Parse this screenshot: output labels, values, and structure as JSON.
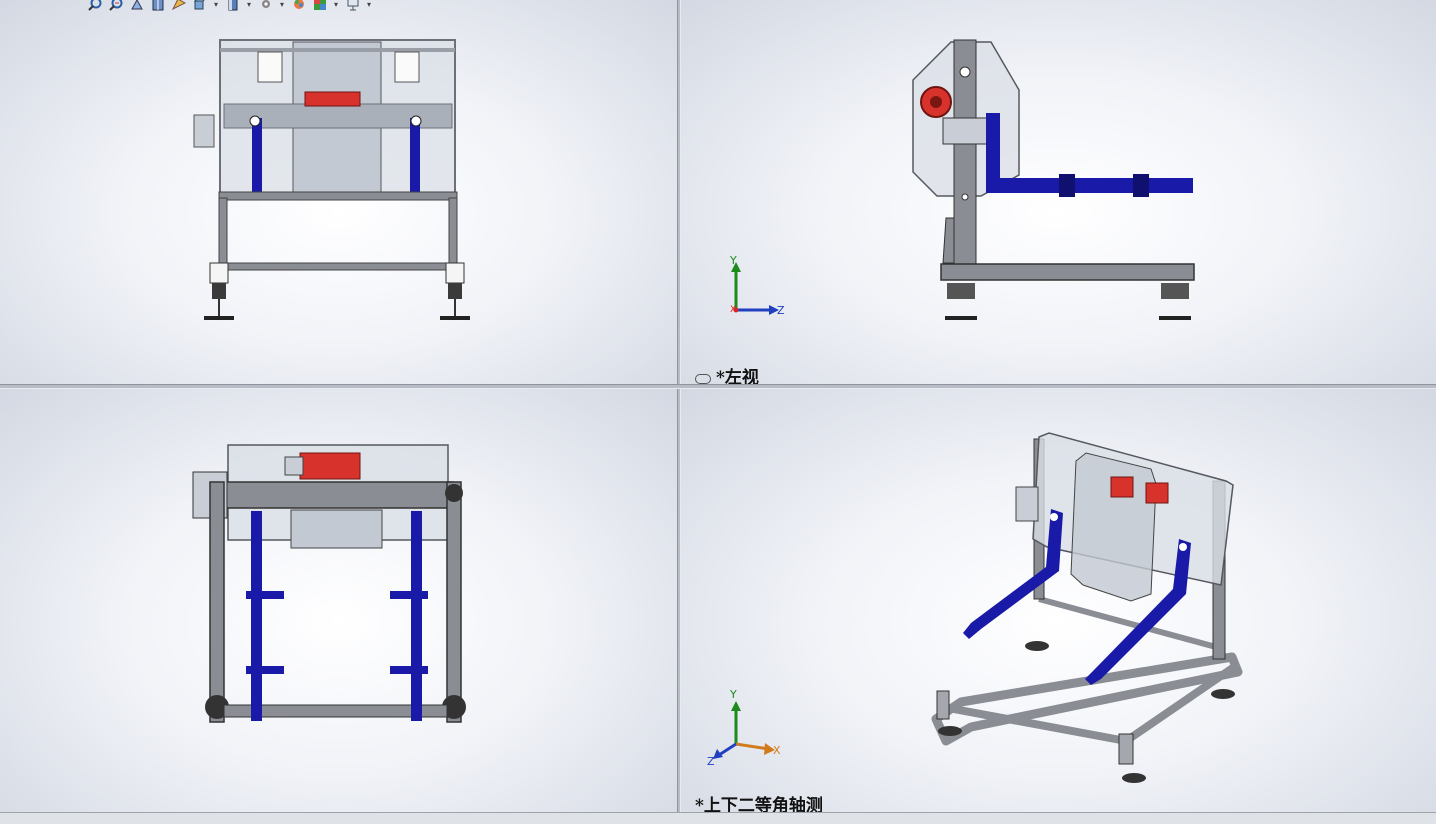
{
  "hud_toolbar": {
    "icons": [
      "zoom-to-fit-icon",
      "zoom-to-area-icon",
      "previous-view-icon",
      "section-view-icon",
      "dynamic-annotation-icon",
      "view-orientation-icon",
      "display-style-icon",
      "hide-show-items-icon",
      "edit-appearance-icon",
      "apply-scene-icon",
      "view-settings-icon"
    ]
  },
  "viewports": {
    "top_left": {
      "label": ""
    },
    "top_right": {
      "label": "*左视",
      "linked": true
    },
    "bottom_left": {
      "label": ""
    },
    "bottom_right": {
      "label": "*上下二等角轴测"
    }
  },
  "triads": {
    "top_right": {
      "y": "Y",
      "z": "Z",
      "x": "X"
    },
    "bottom_right": {
      "y": "Y",
      "x": "X",
      "z": "Z"
    }
  },
  "colors": {
    "frame": "#8a8d93",
    "blue_arm": "#1a1aa8",
    "motor_red": "#d8322c",
    "glass": "#d9dee6",
    "background": "#eef0f5"
  }
}
